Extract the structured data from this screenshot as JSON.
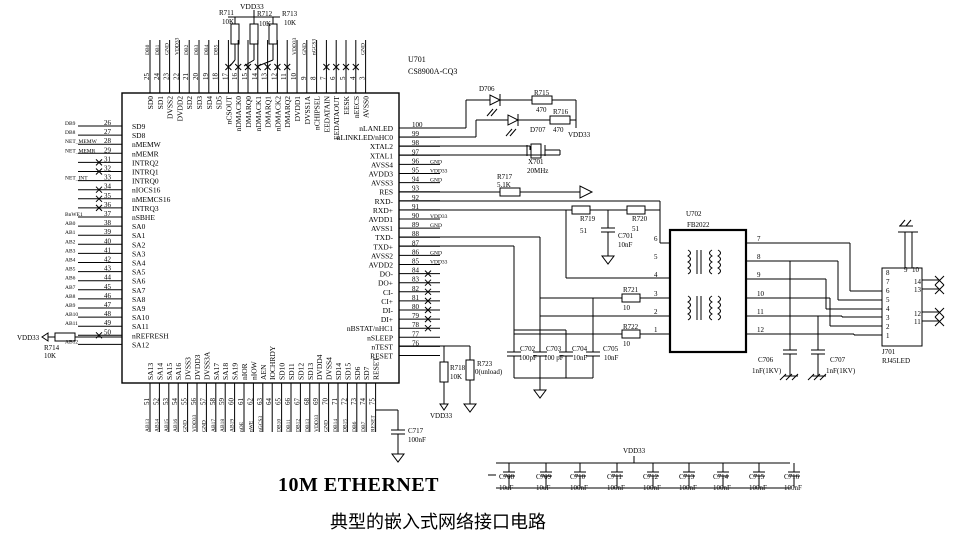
{
  "title": "10M  ETHERNET",
  "caption": "典型的嵌入式网络接口电路",
  "chip": {
    "ref": "U701",
    "part": "CS8900A-CQ3",
    "left_pins": [
      {
        "n": "26",
        "name": "SD9",
        "net": "DB9"
      },
      {
        "n": "27",
        "name": "SD8",
        "net": "DB8"
      },
      {
        "n": "28",
        "name": "nMEMW",
        "net": "NET_MEMW"
      },
      {
        "n": "29",
        "name": "nMEMR",
        "net": "NET_MEMR"
      },
      {
        "n": "31",
        "name": "INTRQ2",
        "net": ""
      },
      {
        "n": "32",
        "name": "INTRQ1",
        "net": ""
      },
      {
        "n": "33",
        "name": "INTRQ0",
        "net": "NET_INT"
      },
      {
        "n": "34",
        "name": "nIOCS16",
        "net": ""
      },
      {
        "n": "35",
        "name": "nMEMCS16",
        "net": ""
      },
      {
        "n": "36",
        "name": "INTRQ3",
        "net": ""
      },
      {
        "n": "37",
        "name": "nSBHE",
        "net": "BnWE1"
      },
      {
        "n": "38",
        "name": "SA0",
        "net": "AB0"
      },
      {
        "n": "39",
        "name": "SA1",
        "net": "AB1"
      },
      {
        "n": "40",
        "name": "SA2",
        "net": "AB2"
      },
      {
        "n": "41",
        "name": "SA3",
        "net": "AB3"
      },
      {
        "n": "42",
        "name": "SA4",
        "net": "AB4"
      },
      {
        "n": "43",
        "name": "SA5",
        "net": "AB5"
      },
      {
        "n": "44",
        "name": "SA6",
        "net": "AB6"
      },
      {
        "n": "45",
        "name": "SA7",
        "net": "AB7"
      },
      {
        "n": "46",
        "name": "SA8",
        "net": "AB8"
      },
      {
        "n": "47",
        "name": "SA9",
        "net": "AB9"
      },
      {
        "n": "48",
        "name": "SA10",
        "net": "AB10"
      },
      {
        "n": "49",
        "name": "SA11",
        "net": "AB11"
      },
      {
        "n": "50",
        "name": "nREFRESH",
        "net": ""
      },
      {
        "n": "",
        "name": "SA12",
        "net": "AB12"
      }
    ],
    "right_pins": [
      {
        "n": "100",
        "name": "nLANLED",
        "net": ""
      },
      {
        "n": "99",
        "name": "nLINKLED/nHC0",
        "net": ""
      },
      {
        "n": "98",
        "name": "XTAL2",
        "net": ""
      },
      {
        "n": "97",
        "name": "XTAL1",
        "net": ""
      },
      {
        "n": "96",
        "name": "AVSS4",
        "net": "GND"
      },
      {
        "n": "95",
        "name": "AVDD3",
        "net": "VDD33"
      },
      {
        "n": "94",
        "name": "AVSS3",
        "net": "GND"
      },
      {
        "n": "93",
        "name": "RES",
        "net": ""
      },
      {
        "n": "92",
        "name": "RXD-",
        "net": ""
      },
      {
        "n": "91",
        "name": "RXD+",
        "net": ""
      },
      {
        "n": "90",
        "name": "AVDD1",
        "net": "VDD33"
      },
      {
        "n": "89",
        "name": "AVSS1",
        "net": "GND"
      },
      {
        "n": "88",
        "name": "TXD-",
        "net": ""
      },
      {
        "n": "87",
        "name": "TXD+",
        "net": ""
      },
      {
        "n": "86",
        "name": "AVSS2",
        "net": "GND"
      },
      {
        "n": "85",
        "name": "AVDD2",
        "net": "VDD33"
      },
      {
        "n": "84",
        "name": "DO-",
        "net": ""
      },
      {
        "n": "83",
        "name": "DO+",
        "net": ""
      },
      {
        "n": "82",
        "name": "CI-",
        "net": ""
      },
      {
        "n": "81",
        "name": "CI+",
        "net": ""
      },
      {
        "n": "80",
        "name": "DI-",
        "net": ""
      },
      {
        "n": "79",
        "name": "DI+",
        "net": ""
      },
      {
        "n": "78",
        "name": "nBSTAT/nHC1",
        "net": ""
      },
      {
        "n": "77",
        "name": "nSLEEP",
        "net": ""
      },
      {
        "n": "76",
        "name": "nTEST",
        "net": ""
      },
      {
        "n": "",
        "name": "RESET",
        "net": ""
      }
    ],
    "top_pins": [
      {
        "n": "25",
        "name": "SD0",
        "net": "DB0"
      },
      {
        "n": "24",
        "name": "SD1",
        "net": "DB1"
      },
      {
        "n": "23",
        "name": "DVSS2",
        "net": "GND"
      },
      {
        "n": "22",
        "name": "DVDD2",
        "net": "VDD33"
      },
      {
        "n": "21",
        "name": "SD2",
        "net": "DB2"
      },
      {
        "n": "20",
        "name": "SD3",
        "net": "DB3"
      },
      {
        "n": "19",
        "name": "SD4",
        "net": "DB4"
      },
      {
        "n": "18",
        "name": "SD5",
        "net": "DB5"
      },
      {
        "n": "17",
        "name": "nCSOUT",
        "net": ""
      },
      {
        "n": "16",
        "name": "nDMACK0",
        "net": ""
      },
      {
        "n": "15",
        "name": "DMARQ0",
        "net": ""
      },
      {
        "n": "14",
        "name": "nDMACK1",
        "net": ""
      },
      {
        "n": "13",
        "name": "DMARQ1",
        "net": ""
      },
      {
        "n": "12",
        "name": "nDMACK2",
        "net": ""
      },
      {
        "n": "11",
        "name": "DMARQ2",
        "net": ""
      },
      {
        "n": "10",
        "name": "DVDD1",
        "net": "VDD33"
      },
      {
        "n": "9",
        "name": "DVSS1A",
        "net": "GND"
      },
      {
        "n": "8",
        "name": "nCHIPSEL",
        "net": "nGCS3"
      },
      {
        "n": "7",
        "name": "EEDATAIN",
        "net": ""
      },
      {
        "n": "6",
        "name": "EEDATAOUT",
        "net": ""
      },
      {
        "n": "5",
        "name": "EESK",
        "net": ""
      },
      {
        "n": "4",
        "name": "nEECS",
        "net": ""
      },
      {
        "n": "3",
        "name": "AVSS0",
        "net": "GND"
      }
    ],
    "bottom_pins": [
      {
        "n": "51",
        "name": "SA13",
        "net": "AB13"
      },
      {
        "n": "52",
        "name": "SA14",
        "net": "AB14"
      },
      {
        "n": "53",
        "name": "SA15",
        "net": "AB15"
      },
      {
        "n": "54",
        "name": "SA16",
        "net": "AB16"
      },
      {
        "n": "55",
        "name": "DVSS3",
        "net": "GND"
      },
      {
        "n": "56",
        "name": "DVDD3",
        "net": "VDD33"
      },
      {
        "n": "57",
        "name": "DVSS3A",
        "net": "GND"
      },
      {
        "n": "58",
        "name": "SA17",
        "net": "AB17"
      },
      {
        "n": "59",
        "name": "SA18",
        "net": "AB18"
      },
      {
        "n": "60",
        "name": "SA19",
        "net": "AB19"
      },
      {
        "n": "61",
        "name": "nIOR",
        "net": "nOE"
      },
      {
        "n": "62",
        "name": "nIOW",
        "net": "nWE"
      },
      {
        "n": "63",
        "name": "AEN",
        "net": "nGCS3"
      },
      {
        "n": "64",
        "name": "IOCHRDY",
        "net": ""
      },
      {
        "n": "65",
        "name": "SD10",
        "net": "DB10"
      },
      {
        "n": "66",
        "name": "SD11",
        "net": "DB11"
      },
      {
        "n": "67",
        "name": "SD12",
        "net": "DB12"
      },
      {
        "n": "68",
        "name": "SD13",
        "net": "DB13"
      },
      {
        "n": "69",
        "name": "DVDD4",
        "net": "VDD33"
      },
      {
        "n": "70",
        "name": "DVSS4",
        "net": "GND"
      },
      {
        "n": "71",
        "name": "SD14",
        "net": "DB14"
      },
      {
        "n": "72",
        "name": "SD15",
        "net": "DB15"
      },
      {
        "n": "73",
        "name": "SD6",
        "net": "DB6"
      },
      {
        "n": "74",
        "name": "SD7",
        "net": "DB7"
      },
      {
        "n": "75",
        "name": "RESET",
        "net": "RESET"
      }
    ]
  },
  "components": {
    "r711": {
      "ref": "R711",
      "val": "10K"
    },
    "r712": {
      "ref": "R712",
      "val": "10K"
    },
    "r713": {
      "ref": "R713",
      "val": "10K"
    },
    "vdd_top": "VDD33",
    "d706": "D706",
    "d707": "D707",
    "r715": {
      "ref": "R715",
      "val": "470"
    },
    "r716": {
      "ref": "R716",
      "val": "470"
    },
    "vdd_led": "VDD33",
    "x701": {
      "ref": "X701",
      "val": "20MHz"
    },
    "r717": {
      "ref": "R717",
      "val": "5.1K"
    },
    "r719": {
      "ref": "R719",
      "val": "51"
    },
    "r720": {
      "ref": "R720",
      "val": "51"
    },
    "c701": {
      "ref": "C701",
      "val": "10nF"
    },
    "u702": {
      "ref": "U702",
      "part": "FB2022"
    },
    "r721": {
      "ref": "R721",
      "val": "10"
    },
    "r722": {
      "ref": "R722",
      "val": "10"
    },
    "c702": {
      "ref": "C702",
      "val": "100pF"
    },
    "c703": {
      "ref": "C703",
      "val": "100 pF"
    },
    "c704": {
      "ref": "C704",
      "val": "10nF"
    },
    "c705": {
      "ref": "C705",
      "val": "10nF"
    },
    "c706": {
      "ref": "C706",
      "val": "1nF(1KV)"
    },
    "c707": {
      "ref": "C707",
      "val": "1nF(1KV)"
    },
    "j701": {
      "ref": "J701",
      "part": "RJ45LED"
    },
    "r718": {
      "ref": "R718",
      "val": "10K"
    },
    "r723": {
      "ref": "R723",
      "val": "0(unload)"
    },
    "vdd_r718": "VDD33",
    "c717": {
      "ref": "C717",
      "val": "100nF"
    },
    "r714": {
      "ref": "R714",
      "val": "10K"
    },
    "vdd_r714": "VDD33",
    "vdd_bank": "VDD33",
    "bank": [
      {
        "ref": "C708",
        "val": "10uF"
      },
      {
        "ref": "C709",
        "val": "10uF"
      },
      {
        "ref": "C710",
        "val": "100nF"
      },
      {
        "ref": "C711",
        "val": "100nF"
      },
      {
        "ref": "C712",
        "val": "100nF"
      },
      {
        "ref": "C713",
        "val": "100nF"
      },
      {
        "ref": "C714",
        "val": "100nF"
      },
      {
        "ref": "C715",
        "val": "100nF"
      },
      {
        "ref": "C716",
        "val": "100nF"
      }
    ],
    "u702_pins": [
      "6",
      "5",
      "4",
      "3",
      "2",
      "1",
      "7",
      "8",
      "9",
      "10",
      "11",
      "12"
    ],
    "j701_pins": [
      "8",
      "7",
      "6",
      "5",
      "4",
      "3",
      "2",
      "1",
      "9",
      "10",
      "14",
      "13",
      "12",
      "11"
    ]
  }
}
